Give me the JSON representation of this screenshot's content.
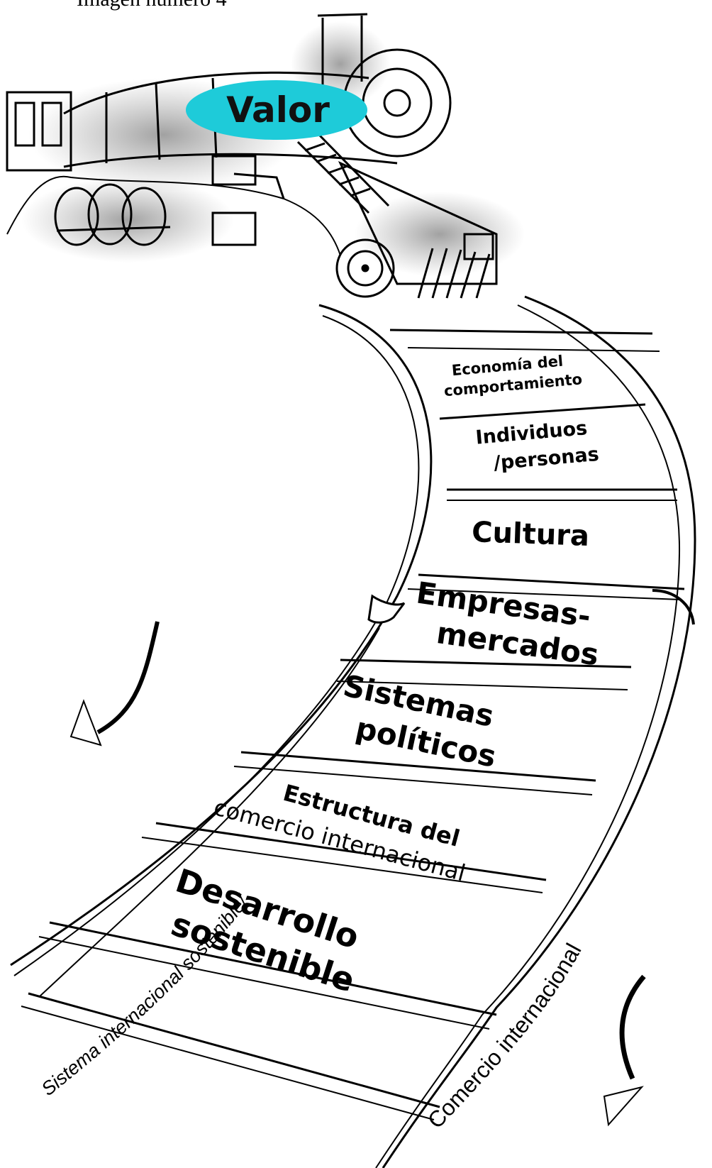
{
  "caption": "Imagen número 4",
  "badge": {
    "label": "Valor",
    "color": "#1ecbd9"
  },
  "rails": {
    "left": "Sistema internacional sostenible/",
    "right": "Comercio internacional"
  },
  "ties": {
    "t1": [
      "Economía del",
      "comportamiento"
    ],
    "t2": [
      "Individuos",
      "/personas"
    ],
    "t3": [
      "Cultura"
    ],
    "t4": [
      "Empresas-",
      "mercados"
    ],
    "t5": [
      "Sistemas",
      "políticos"
    ],
    "t6": [
      "Estructura del",
      "comercio internacional"
    ],
    "t7": [
      "Desarrollo",
      "sostenible"
    ]
  },
  "icons": [
    "steam-locomotive-icon",
    "arrow-down-left-icon",
    "arrow-down-right-icon"
  ]
}
